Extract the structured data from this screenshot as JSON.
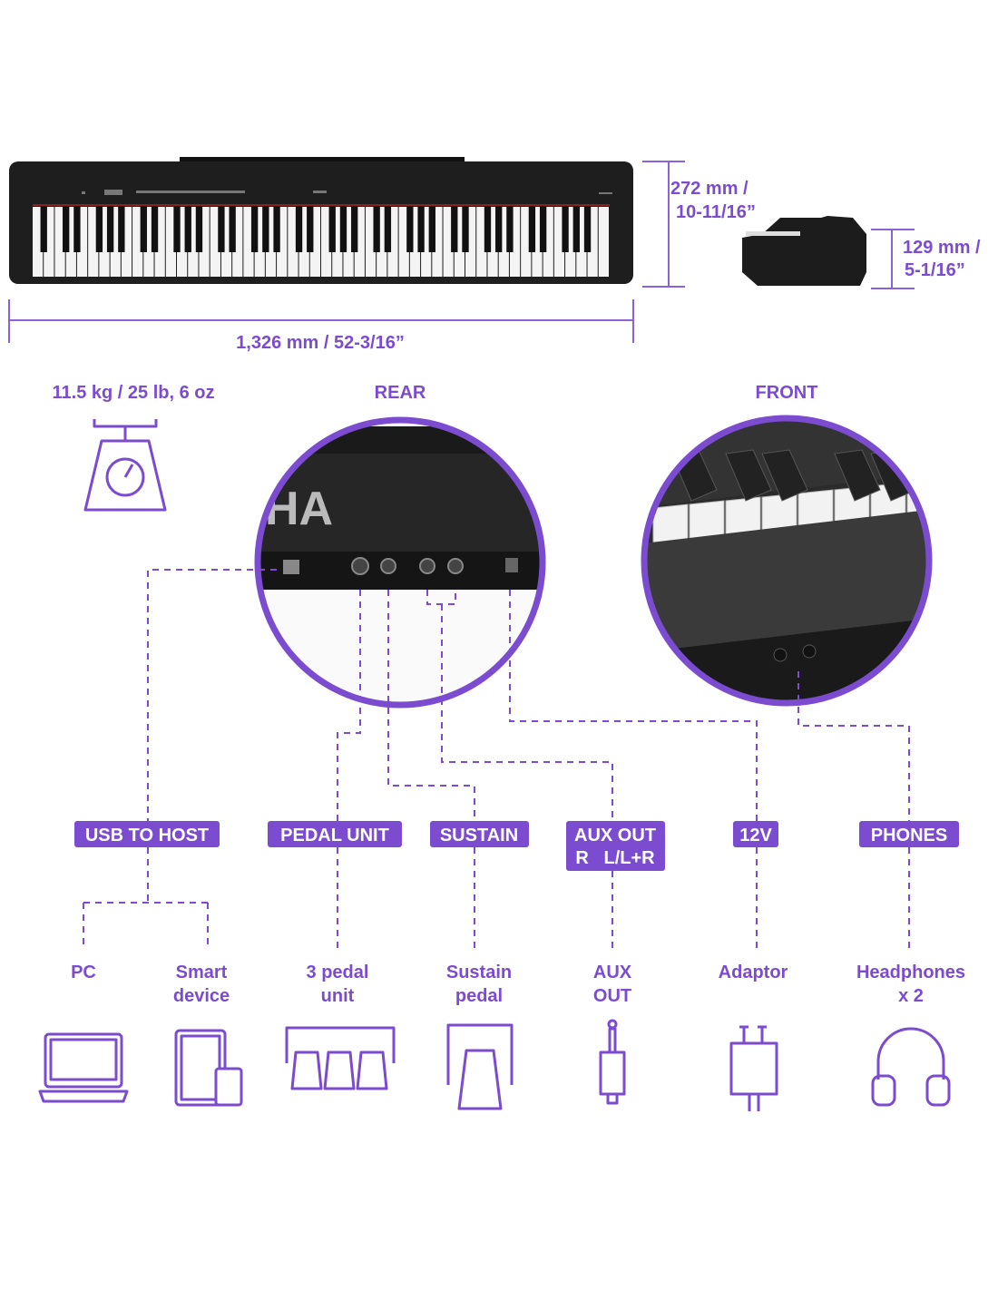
{
  "dimensions": {
    "height_line1": "272 mm /",
    "height_line2": "10-11/16”",
    "depth_line1": "129 mm /",
    "depth_line2": "5-1/16”",
    "width": "1,326 mm / 52-3/16”",
    "weight": "11.5 kg / 25 lb, 6 oz"
  },
  "views": {
    "rear": "REAR",
    "front": "FRONT",
    "rear_logo": "HA"
  },
  "ports": [
    {
      "label": "USB TO HOST"
    },
    {
      "label": "PEDAL UNIT"
    },
    {
      "label": "SUSTAIN"
    },
    {
      "label": "AUX OUT",
      "label2": "R   L/L+R"
    },
    {
      "label": "12V"
    },
    {
      "label": "PHONES"
    }
  ],
  "devices": [
    {
      "line1": "PC",
      "line2": ""
    },
    {
      "line1": "Smart",
      "line2": "device"
    },
    {
      "line1": "3 pedal",
      "line2": "unit"
    },
    {
      "line1": "Sustain",
      "line2": "pedal"
    },
    {
      "line1": "AUX",
      "line2": "OUT"
    },
    {
      "line1": "Adaptor",
      "line2": ""
    },
    {
      "line1": "Headphones",
      "line2": "x 2"
    }
  ],
  "colors": {
    "accent": "#7B4BD0",
    "piano": "#1c1c1c"
  }
}
